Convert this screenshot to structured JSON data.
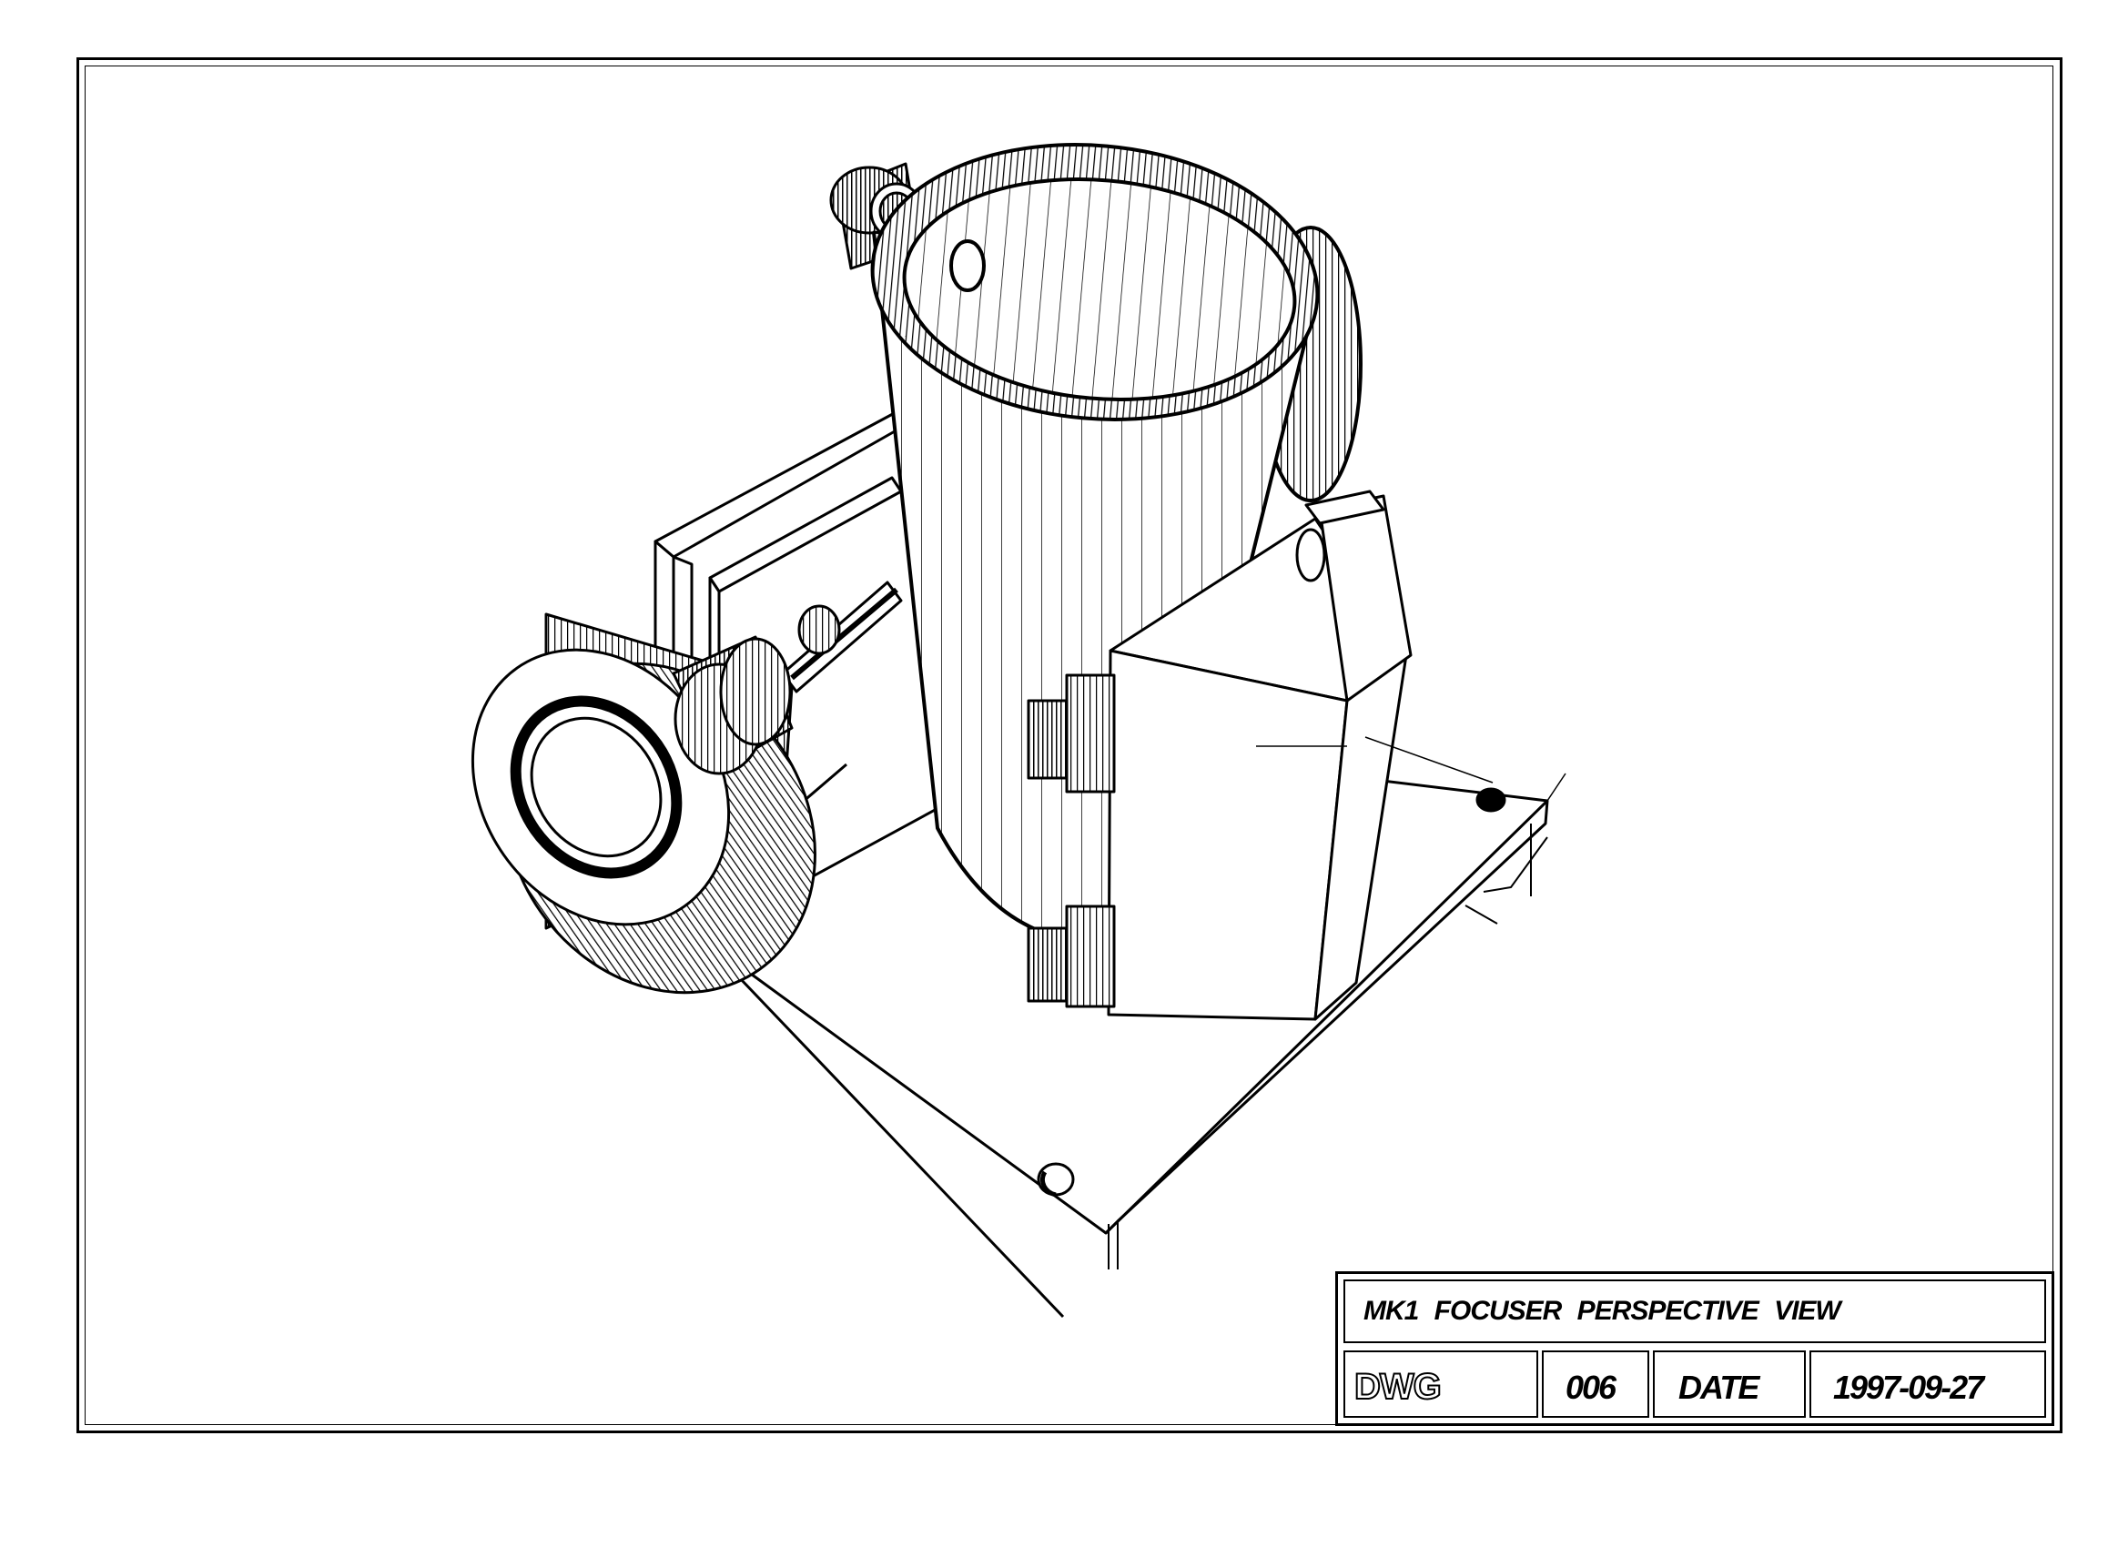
{
  "title_block": {
    "title": "MK1  FOCUSER    PERSPECTIVE VIEW",
    "dwg_label": "DWG",
    "dwg_number": "006",
    "date_label": "DATE",
    "date_value": "1997-09-27"
  }
}
